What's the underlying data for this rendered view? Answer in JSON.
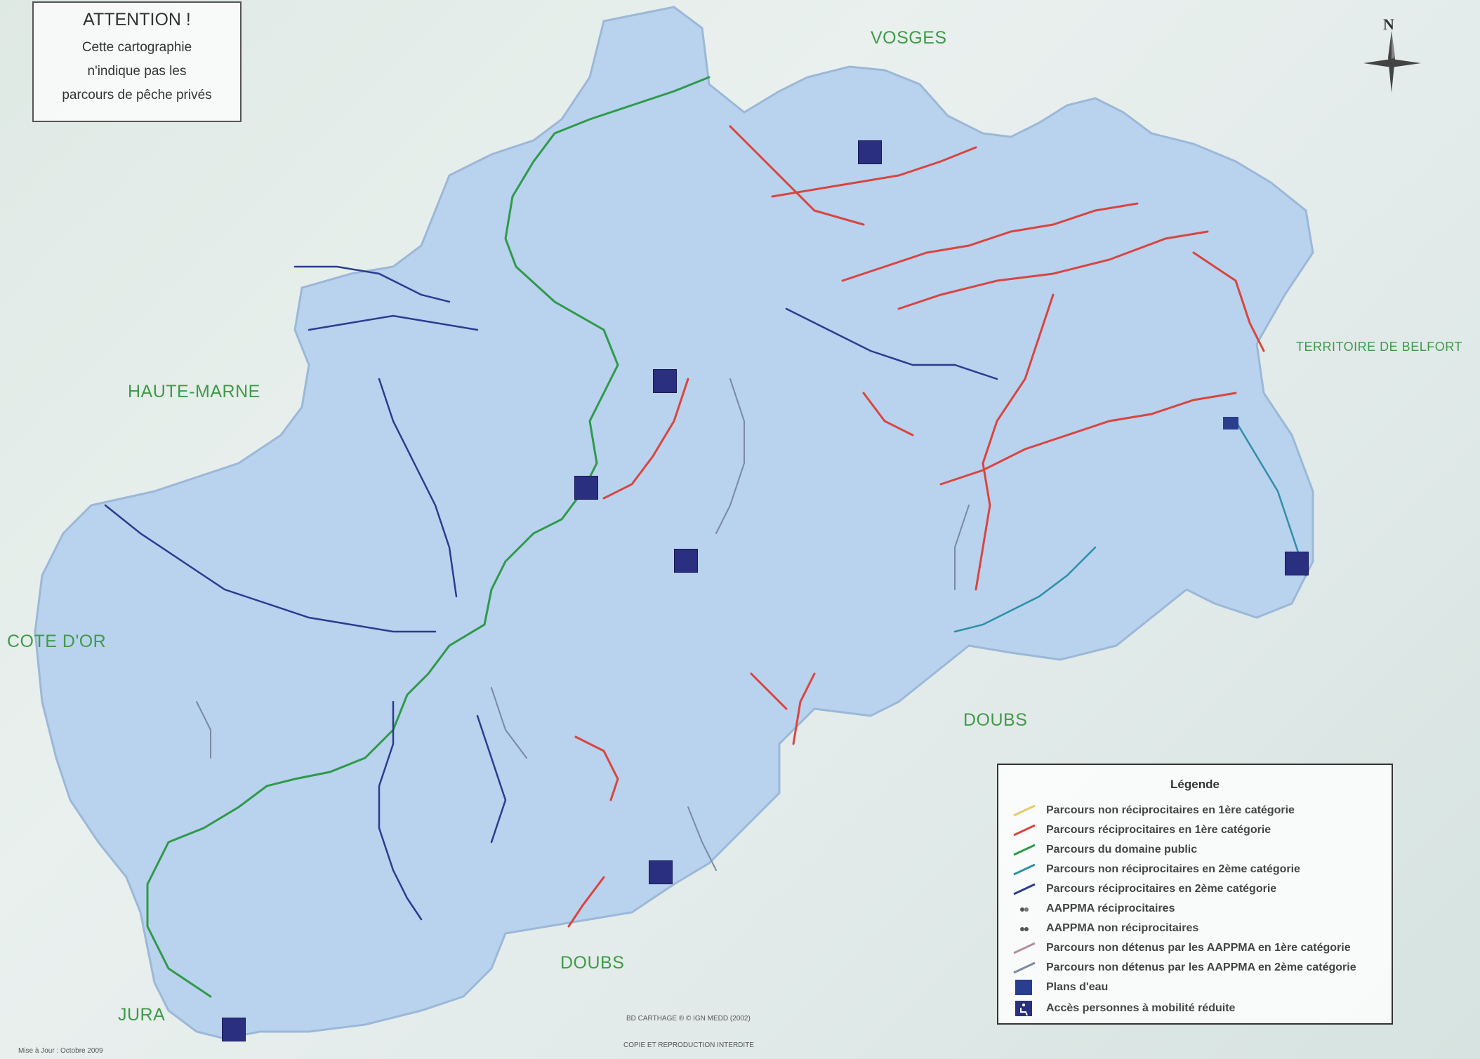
{
  "attention": {
    "title": "ATTENTION !",
    "line1": "Cette cartographie",
    "line2": "n'indique pas les",
    "line3": "parcours de pêche privés"
  },
  "regions": {
    "vosges": "VOSGES",
    "haute_marne": "HAUTE-MARNE",
    "cote_dor": "COTE D'OR",
    "territoire_belfort": "TERRITOIRE DE BELFORT",
    "doubs_east": "DOUBS",
    "doubs_south": "DOUBS",
    "jura": "JURA"
  },
  "legend": {
    "title": "Légende",
    "items": [
      {
        "label": "Parcours non réciprocitaires en 1ère catégorie",
        "color": "#e8c870",
        "kind": "line"
      },
      {
        "label": "Parcours réciprocitaires en 1ère catégorie",
        "color": "#d9453f",
        "kind": "line"
      },
      {
        "label": "Parcours du domaine public",
        "color": "#2f9a4a",
        "kind": "line"
      },
      {
        "label": "Parcours non réciprocitaires en 2ème catégorie",
        "color": "#2e8fa8",
        "kind": "line"
      },
      {
        "label": "Parcours réciprocitaires en 2ème catégorie",
        "color": "#2a3d8f",
        "kind": "line"
      },
      {
        "label": "AAPPMA réciprocitaires",
        "color": "#555555",
        "kind": "dot"
      },
      {
        "label": "AAPPMA non réciprocitaires",
        "color": "#555555",
        "kind": "dot"
      },
      {
        "label": "Parcours non détenus par les AAPPMA en 1ère catégorie",
        "color": "#b48fa0",
        "kind": "line"
      },
      {
        "label": "Parcours non détenus par les AAPPMA en 2ème catégorie",
        "color": "#7a8aa0",
        "kind": "line"
      },
      {
        "label": "Plans d'eau",
        "color": "#2a3d8f",
        "kind": "square"
      },
      {
        "label": "Accès personnes à mobilité réduite",
        "color": "#2a2f7f",
        "kind": "pmr"
      }
    ]
  },
  "footer": {
    "update": "Mise à Jour : Octobre 2009",
    "credit1": "BD CARTHAGE ® © IGN MEDD (2002)",
    "credit2": "COPIE ET REPRODUCTION INTERDITE"
  },
  "map_colors": {
    "department_fill": "#b9d2ee",
    "department_stroke": "#9cb8d8",
    "river_cat1_recip": "#d9453f",
    "river_public": "#2f9a4a",
    "river_cat2_recip": "#2a3d8f",
    "river_cat2_nonrecip": "#2e8fa8",
    "river_other": "#7a8aa0"
  }
}
